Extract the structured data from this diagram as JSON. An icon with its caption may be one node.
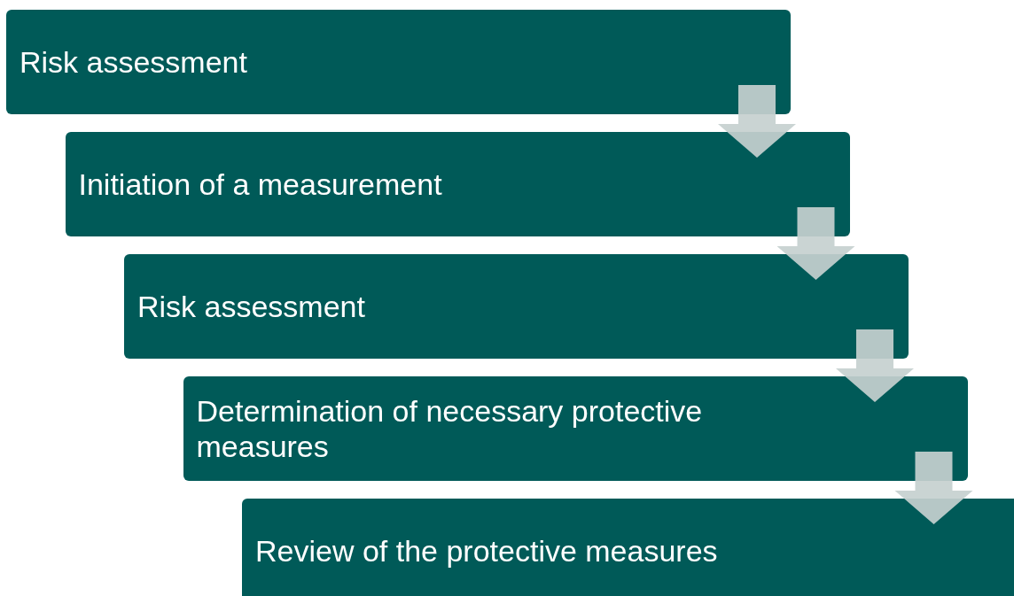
{
  "diagram": {
    "nodes": [
      {
        "text": [
          "Risk assessment"
        ]
      },
      {
        "text": [
          "Initiation of a measurement"
        ]
      },
      {
        "text": [
          "Risk assessment"
        ]
      },
      {
        "text": [
          "Determination of necessary protective measures"
        ]
      },
      {
        "text": [
          "Review of the protective measures"
        ]
      }
    ],
    "edges": [
      {
        "from": 0,
        "to": 1,
        "arrow": "to"
      },
      {
        "from": 1,
        "to": 2,
        "arrow": "to"
      },
      {
        "from": 2,
        "to": 3,
        "arrow": "to"
      },
      {
        "from": 3,
        "to": 4,
        "arrow": "to"
      }
    ]
  }
}
